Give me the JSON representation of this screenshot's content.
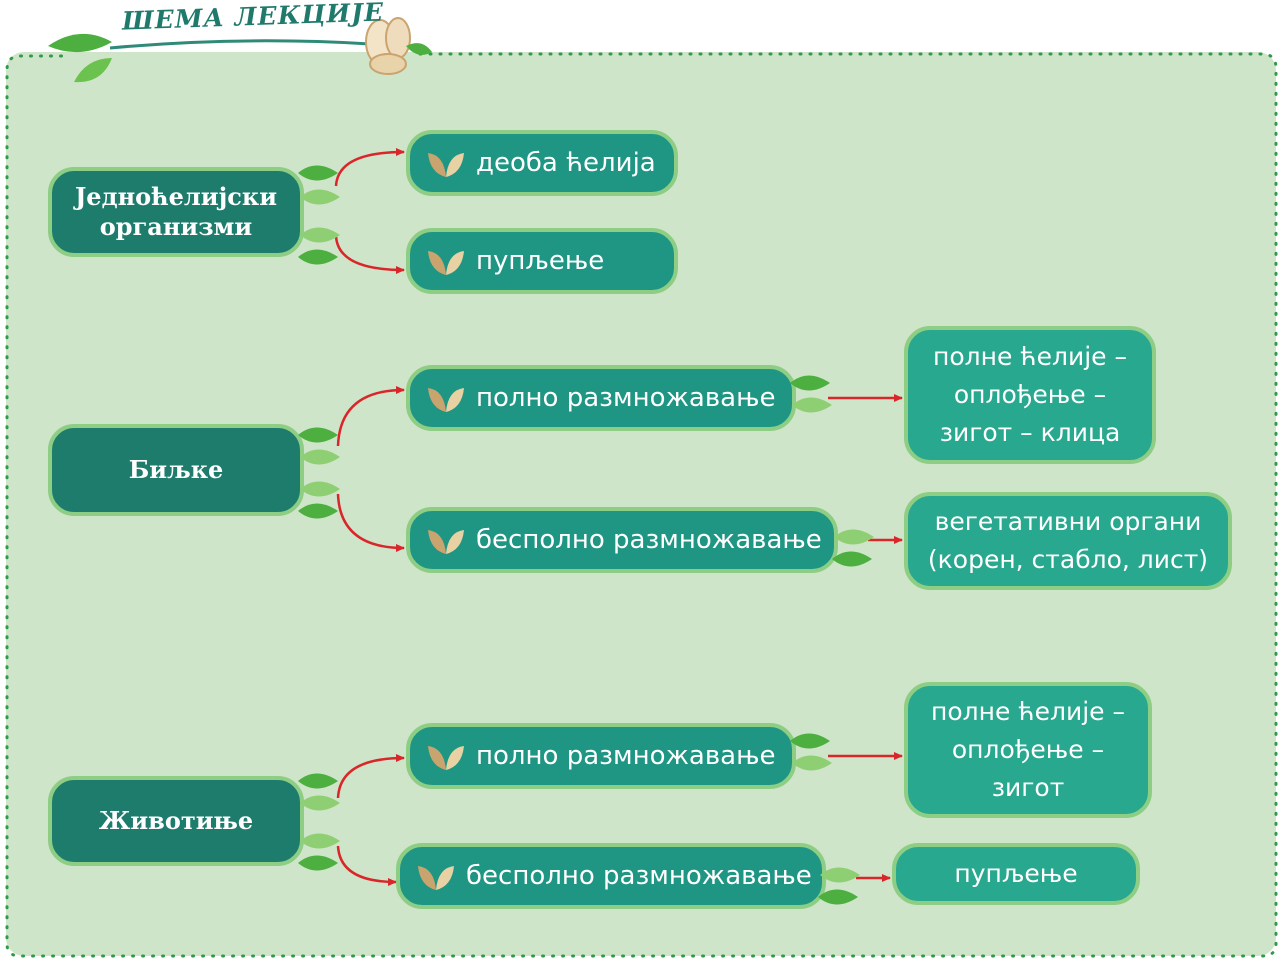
{
  "header": {
    "title": "ШЕМА ЛЕКЦИЈЕ"
  },
  "colors": {
    "panel": "#cfe5c9",
    "main_node": "#1d7c6c",
    "sub_node": "#1f9684",
    "result_node": "#28a88f",
    "node_border": "#8dce84",
    "arrow": "#d9262a",
    "leaf": "#4caf3f"
  },
  "groups": [
    {
      "label": "Једноћелијски организми",
      "branches": [
        {
          "label": "деоба ћелија"
        },
        {
          "label": "пупљење"
        }
      ]
    },
    {
      "label": "Биљке",
      "branches": [
        {
          "label": "полно размножавање",
          "result": "полне ћелије – оплођење – зигот – клица"
        },
        {
          "label": "бесполно размножавање",
          "result": "вегетативни органи (корен, стабло, лист)"
        }
      ]
    },
    {
      "label": "Животиње",
      "branches": [
        {
          "label": "полно размножавање",
          "result": "полне ћелије – оплођење – зигот"
        },
        {
          "label": "бесполно размножавање",
          "result": "пупљење"
        }
      ]
    }
  ]
}
